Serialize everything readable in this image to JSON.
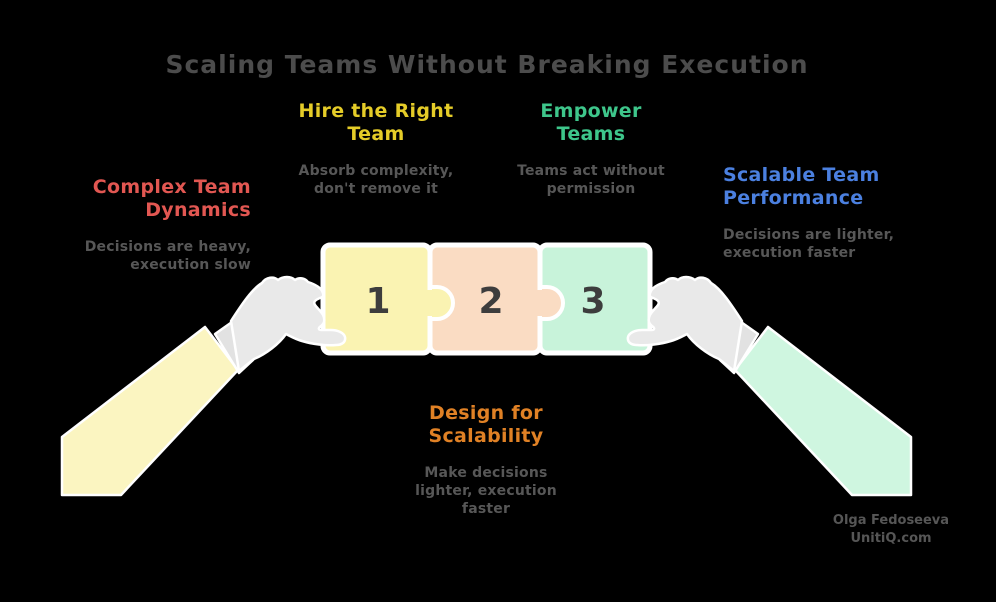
{
  "title": {
    "text": "Scaling Teams Without Breaking Execution",
    "color": "#4c4c4c"
  },
  "background_color": "#000000",
  "body_text_color": "#575757",
  "sections": {
    "complex_team_dynamics": {
      "heading": "Complex Team\nDynamics",
      "heading_color": "#e25752",
      "body": "Decisions are heavy,\nexecution slow"
    },
    "hire_the_right_team": {
      "heading": "Hire the Right\nTeam",
      "heading_color": "#e5cc28",
      "body": "Absorb complexity,\ndon't remove it"
    },
    "empower_teams": {
      "heading": "Empower\nTeams",
      "heading_color": "#3ec68b",
      "body": "Teams act without\npermission"
    },
    "scalable_team_performance": {
      "heading": "Scalable Team\nPerformance",
      "heading_color": "#4b80e0",
      "body": "Decisions are lighter,\nexecution faster"
    },
    "design_for_scalability": {
      "heading": "Design for\nScalability",
      "heading_color": "#e08125",
      "body": "Make decisions\nlighter, execution\nfaster"
    }
  },
  "puzzle": {
    "number_color": "#3d3d3d",
    "pieces": [
      {
        "number": "1",
        "fill": "#faf3b2"
      },
      {
        "number": "2",
        "fill": "#fadcc3"
      },
      {
        "number": "3",
        "fill": "#c8f3da"
      }
    ]
  },
  "illustration": {
    "left_sleeve_color": "#fbf5c1",
    "right_sleeve_color": "#cff6e0",
    "cuff_color": "#e2e2e2",
    "hand_color": "#e9e9e9",
    "outline_color": "#ffffff"
  },
  "attribution": {
    "author": "Olga Fedoseeva",
    "site": "UnitiQ.com",
    "color": "#565656"
  }
}
